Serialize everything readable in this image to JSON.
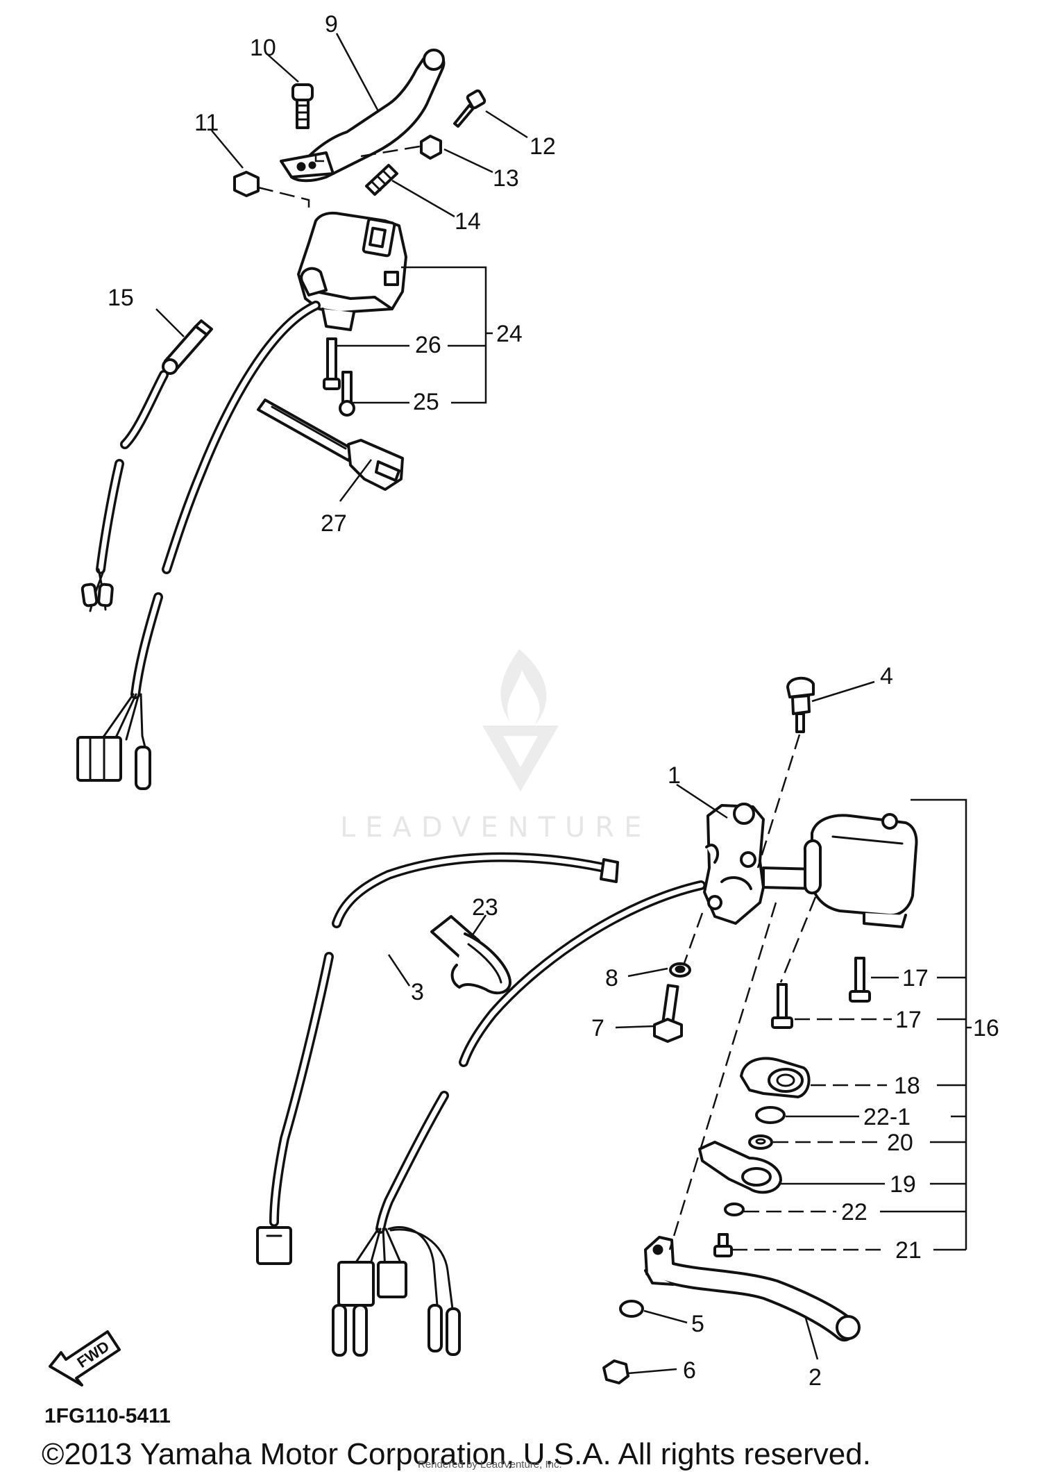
{
  "callouts": {
    "c1": "1",
    "c2": "2",
    "c3": "3",
    "c4": "4",
    "c5": "5",
    "c6": "6",
    "c7": "7",
    "c8": "8",
    "c9": "9",
    "c10": "10",
    "c11": "11",
    "c12": "12",
    "c13": "13",
    "c14": "14",
    "c15": "15",
    "c16": "16",
    "c17a": "17",
    "c17b": "17",
    "c18": "18",
    "c19": "19",
    "c20": "20",
    "c21": "21",
    "c22": "22",
    "c22_1": "22-1",
    "c23": "23",
    "c24": "24",
    "c25": "25",
    "c26": "26",
    "c27": "27"
  },
  "fwd_label": "FWD",
  "watermark": "LEADVENTURE",
  "diagram_code": "1FG110-5411",
  "copyright": "©2013 Yamaha Motor Corporation, U.S.A. All rights reserved.",
  "rendered_by": "Rendered by LeadVenture, Inc."
}
